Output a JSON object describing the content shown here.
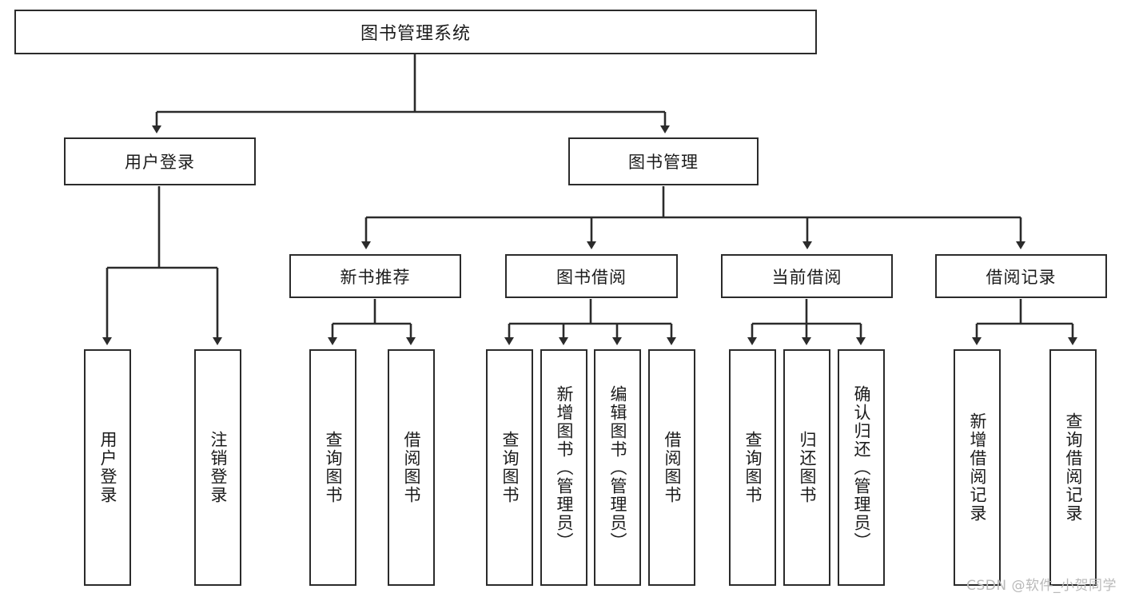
{
  "diagram": {
    "title": "图书管理系统",
    "type": "hierarchy-tree",
    "root": {
      "label": "图书管理系统"
    },
    "level2": [
      {
        "label": "用户登录"
      },
      {
        "label": "图书管理"
      }
    ],
    "level3": [
      {
        "label": "新书推荐"
      },
      {
        "label": "图书借阅"
      },
      {
        "label": "当前借阅"
      },
      {
        "label": "借阅记录"
      }
    ],
    "leaves": {
      "user_login": [
        {
          "label": "用户登录"
        },
        {
          "label": "注销登录"
        }
      ],
      "new_book_recommend": [
        {
          "label": "查询图书"
        },
        {
          "label": "借阅图书"
        }
      ],
      "book_borrow": [
        {
          "label": "查询图书"
        },
        {
          "label": "新增图书（管理员）"
        },
        {
          "label": "编辑图书（管理员）"
        },
        {
          "label": "借阅图书"
        }
      ],
      "current_borrow": [
        {
          "label": "查询图书"
        },
        {
          "label": "归还图书"
        },
        {
          "label": "确认归还（管理员）"
        }
      ],
      "borrow_record": [
        {
          "label": "新增借阅记录"
        },
        {
          "label": "查询借阅记录"
        }
      ]
    }
  },
  "watermark": {
    "text": "CSDN @软件_小贺同学"
  },
  "colors": {
    "stroke": "#2b2b2b",
    "background": "#ffffff",
    "text": "#1b1b1b",
    "watermark": "#b9b9b9"
  }
}
